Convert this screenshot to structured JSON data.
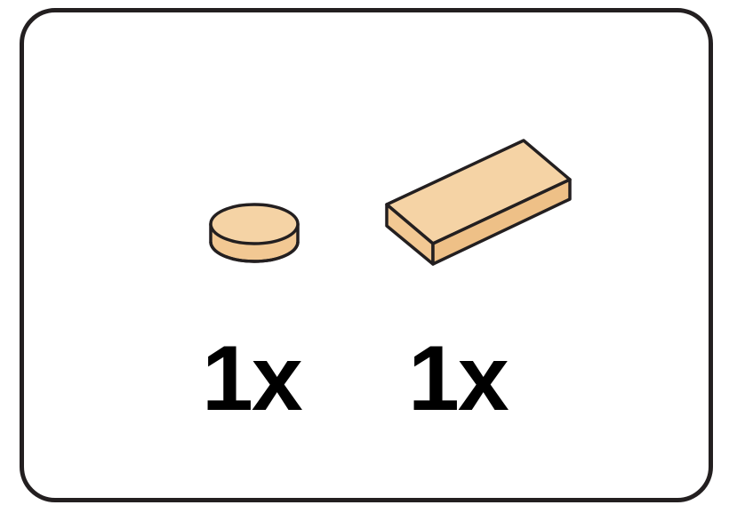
{
  "parts_callout": {
    "items": [
      {
        "name": "round-tile-1x1",
        "quantity_label": "1x",
        "color": "#f5d3a5"
      },
      {
        "name": "tile-1x2",
        "quantity_label": "1x",
        "color": "#f5d3a5"
      }
    ],
    "outline_color": "#231f20",
    "frame_color": "#231f20"
  }
}
